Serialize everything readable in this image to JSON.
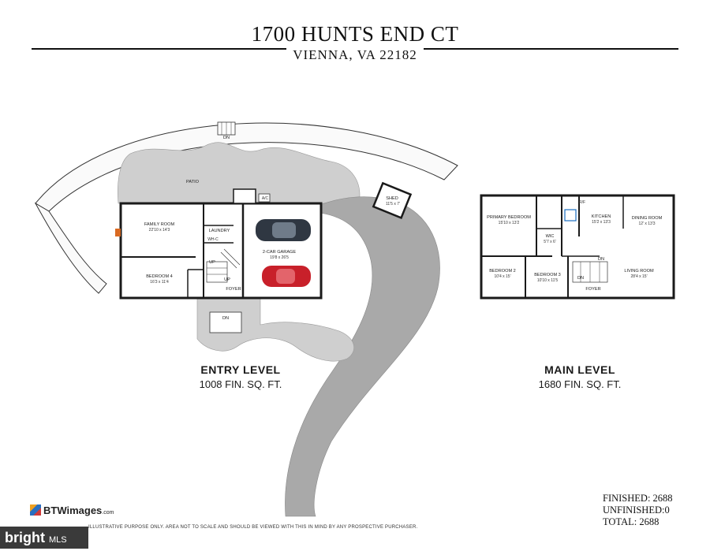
{
  "header": {
    "address": "1700 HUNTS END CT",
    "city": "VIENNA, VA 22182"
  },
  "entry_level": {
    "name": "ENTRY LEVEL",
    "sqft": "1008 FIN. SQ. FT.",
    "rooms": {
      "patio": "PATIO",
      "family_room": "FAMILY ROOM",
      "family_room_dim": "22'10 x 14'3",
      "laundry": "LAUNDRY",
      "wh": "WH-C",
      "ac": "A/C",
      "garage": "2-CAR GARAGE",
      "garage_dim": "19'8 x 26'5",
      "bedroom4": "BEDROOM 4",
      "bedroom4_dim": "16'3 x 11'4",
      "foyer": "FOYER",
      "shed": "SHED",
      "shed_dim": "11'5 x 7'",
      "up1": "UP",
      "up2": "UP",
      "dn_top": "DN",
      "dn_bottom": "DN"
    }
  },
  "main_level": {
    "name": "MAIN LEVEL",
    "sqft": "1680 FIN. SQ. FT.",
    "rooms": {
      "primary_bedroom": "PRIMARY BEDROOM",
      "primary_bedroom_dim": "15'10 x 13'2",
      "wic": "WIC",
      "wic_dim": "5'7 x 6'",
      "kitchen": "KITCHEN",
      "kitchen_dim": "15'2 x 13'3",
      "dining_room": "DINING ROOM",
      "dining_room_dim": "12' x 13'3",
      "bedroom2": "BEDROOM 2",
      "bedroom2_dim": "10'4 x 15'",
      "bedroom3": "BEDROOM 3",
      "bedroom3_dim": "10'10 x 11'5",
      "living_room": "LIVING ROOM",
      "living_room_dim": "28'4 x 15'",
      "foyer": "FOYER",
      "dn1": "DN",
      "dn2": "DN",
      "rf": "R/F"
    }
  },
  "totals": {
    "finished": "FINISHED: 2688",
    "unfinished": "UNFINISHED:0",
    "total": "TOTAL: 2688"
  },
  "footer": {
    "btw_logo": "BTWimages",
    "btw_suffix": ".com",
    "disclaimer": "ILLUSTRATIVE PURPOSE ONLY. AREA NOT TO SCALE AND SHOULD BE VIEWED WITH THIS IN MIND BY ANY PROSPECTIVE PURCHASER.",
    "bright_logo": "bright",
    "bright_mls": "MLS"
  },
  "colors": {
    "wall": "#1a1a1a",
    "hardscape": "#cfcfcf",
    "car_dark": "#2f3742",
    "car_red": "#c8202a"
  }
}
